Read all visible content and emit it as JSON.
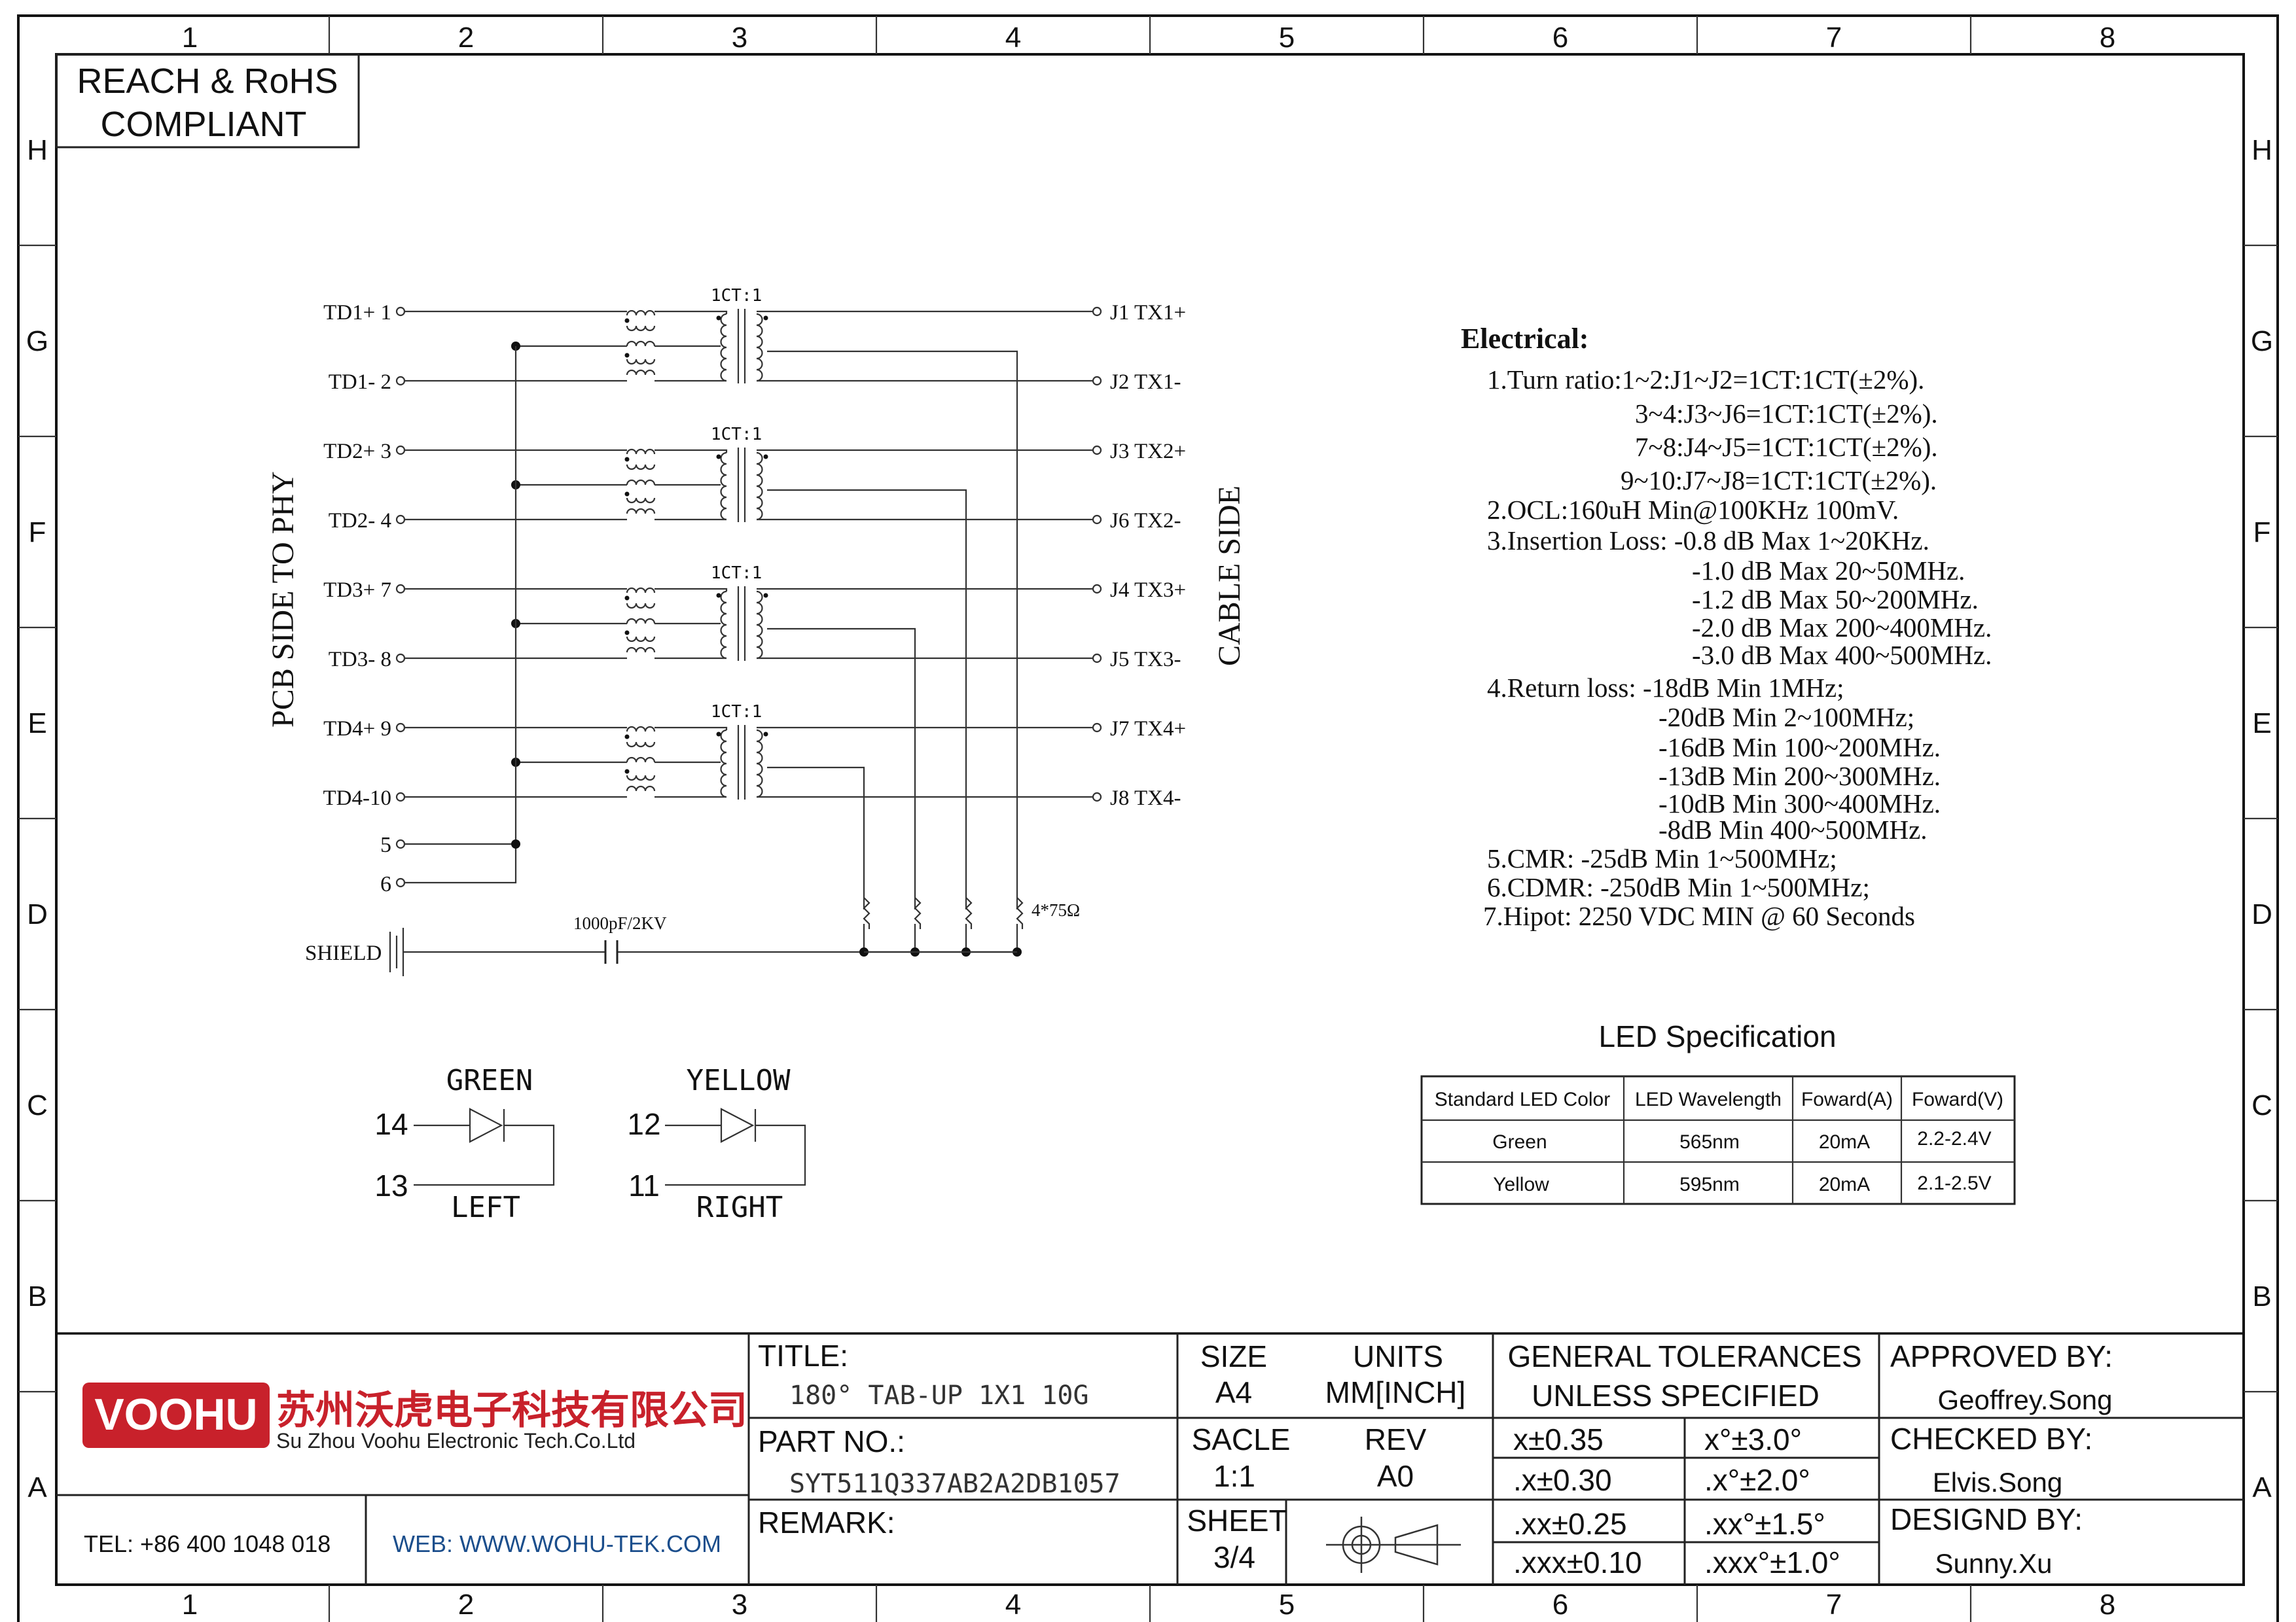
{
  "compliance": [
    "REACH & RoHS",
    "COMPLIANT"
  ],
  "zones": {
    "columns": [
      "1",
      "2",
      "3",
      "4",
      "5",
      "6",
      "7",
      "8"
    ],
    "rows": [
      "H",
      "G",
      "F",
      "E",
      "D",
      "C",
      "B",
      "A"
    ]
  },
  "schematic": {
    "left_side_label": "PCB SIDE TO PHY",
    "right_side_label": "CABLE SIDE",
    "ratio_label": "1CT:1",
    "left_pins": [
      "TD1+ 1",
      "TD1- 2",
      "TD2+ 3",
      "TD2- 4",
      "TD3+ 7",
      "TD3- 8",
      "TD4+ 9",
      "TD4-10"
    ],
    "right_pins": [
      "J1 TX1+",
      "J2 TX1-",
      "J3 TX2+",
      "J6 TX2-",
      "J4 TX3+",
      "J5 TX3-",
      "J7 TX4+",
      "J8 TX4-"
    ],
    "extra_pins": [
      "5",
      "6"
    ],
    "shield_label": "SHIELD",
    "capacitor_label": "1000pF/2KV",
    "resistor_label": "4*75Ω"
  },
  "leds": [
    {
      "color": "GREEN",
      "pin_a": "14",
      "pin_b": "13",
      "position": "LEFT"
    },
    {
      "color": "YELLOW",
      "pin_a": "12",
      "pin_b": "11",
      "position": "RIGHT"
    }
  ],
  "electrical": {
    "title": "Electrical:",
    "lines": [
      "1.Turn ratio:1~2:J1~J2=1CT:1CT(±2%).",
      "3~4:J3~J6=1CT:1CT(±2%).",
      "7~8:J4~J5=1CT:1CT(±2%).",
      "9~10:J7~J8=1CT:1CT(±2%).",
      "2.OCL:160uH Min@100KHz 100mV.",
      "3.Insertion Loss: -0.8 dB Max 1~20KHz.",
      "-1.0 dB Max 20~50MHz.",
      "-1.2 dB Max 50~200MHz.",
      "-2.0 dB Max 200~400MHz.",
      "-3.0 dB Max 400~500MHz.",
      "4.Return loss: -18dB Min 1MHz;",
      "-20dB Min 2~100MHz;",
      "-16dB Min 100~200MHz.",
      "-13dB Min 200~300MHz.",
      "-10dB Min 300~400MHz.",
      "-8dB Min 400~500MHz.",
      "5.CMR: -25dB Min 1~500MHz;",
      "6.CDMR: -250dB Min 1~500MHz;",
      "7.Hipot: 2250 VDC MIN @ 60 Seconds"
    ]
  },
  "led_spec": {
    "title": "LED Specification",
    "headers": [
      "Standard LED Color",
      "LED Wavelength",
      "Foward(A)",
      "Foward(V)"
    ],
    "rows": [
      [
        "Green",
        "565nm",
        "20mA",
        "2.2-2.4V"
      ],
      [
        "Yellow",
        "595nm",
        "20mA",
        "2.1-2.5V"
      ]
    ]
  },
  "title_block": {
    "logo": "VOOHU",
    "company_cn": "苏州沃虎电子科技有限公司",
    "company_en": "Su Zhou Voohu Electronic Tech.Co.Ltd",
    "tel": "TEL: +86 400 1048 018",
    "web": "WEB: WWW.WOHU-TEK.COM",
    "title_label": "TITLE:",
    "title_value": "180°  TAB-UP 1X1 10G",
    "part_label": "PART NO.:",
    "part_value": "SYT511Q337AB2A2DB1057",
    "remark_label": "REMARK:",
    "size_label": "SIZE",
    "size_value": "A4",
    "units_label": "UNITS",
    "units_value": "MM[INCH]",
    "scale_label": "SACLE",
    "scale_value": "1:1",
    "rev_label": "REV",
    "rev_value": "A0",
    "sheet_label": "SHEET",
    "sheet_value": "3/4",
    "tol_title_1": "GENERAL TOLERANCES",
    "tol_title_2": "UNLESS SPECIFIED",
    "tolerances": [
      [
        "x±0.35",
        "x°±3.0°"
      ],
      [
        ".x±0.30",
        ".x°±2.0°"
      ],
      [
        ".xx±0.25",
        ".xx°±1.5°"
      ],
      [
        ".xxx±0.10",
        ".xxx°±1.0°"
      ]
    ],
    "approved_label": "APPROVED BY:",
    "approved_value": "Geoffrey.Song",
    "checked_label": "CHECKED BY:",
    "checked_value": "Elvis.Song",
    "designed_label": "DESIGND BY:",
    "designed_value": "Sunny.Xu"
  },
  "colors": {
    "logo_red": "#c8212b",
    "web_blue": "#1b4e8c",
    "ink": "#111111"
  }
}
